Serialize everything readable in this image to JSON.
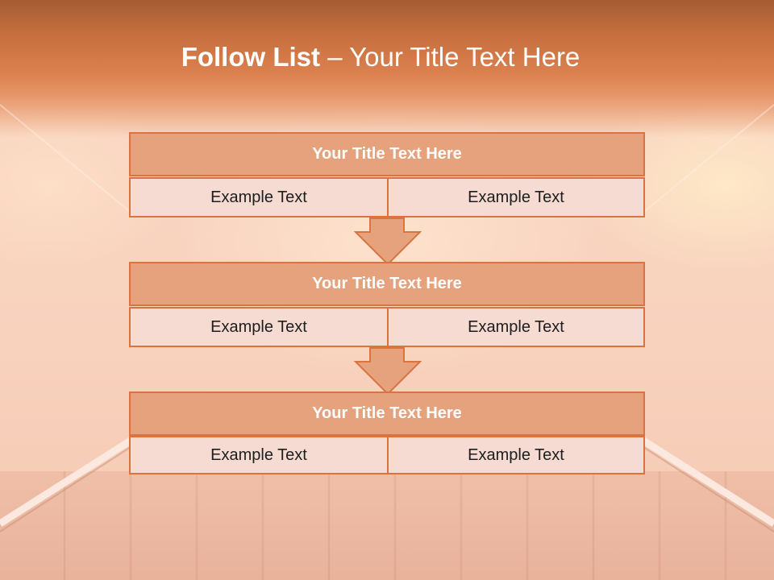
{
  "title": {
    "bold": "Follow List",
    "rest": " – Your Title Text Here"
  },
  "colors": {
    "header_fill": "#e6a27d",
    "cell_fill": "#f5dbd1",
    "border": "#d9733f",
    "title_bar": "#d8804f"
  },
  "steps": [
    {
      "heading": "Your Title Text Here",
      "left": "Example Text",
      "right": "Example Text"
    },
    {
      "heading": "Your Title Text Here",
      "left": "Example Text",
      "right": "Example Text"
    },
    {
      "heading": "Your Title Text Here",
      "left": "Example Text",
      "right": "Example Text"
    }
  ],
  "connectors": [
    "down-arrow-icon",
    "down-arrow-icon"
  ]
}
